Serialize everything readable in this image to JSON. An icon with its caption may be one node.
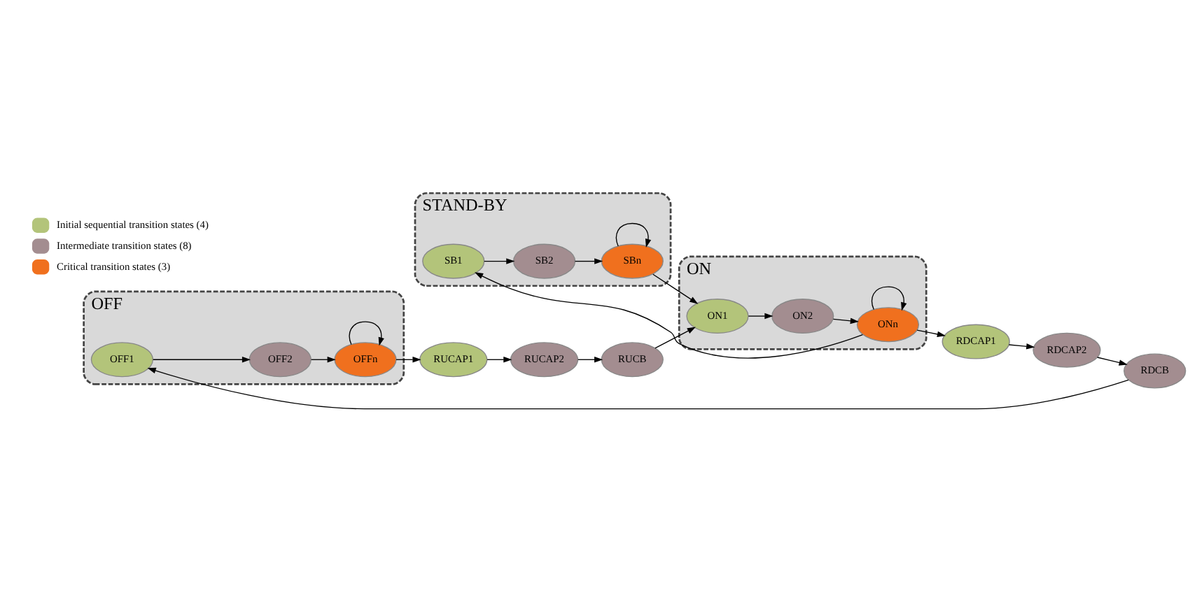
{
  "diagram": {
    "nodes": [
      {
        "text": [
          "STAND-BY"
        ]
      },
      {
        "text": [
          "SB1"
        ],
        "in": 0
      },
      {
        "text": [
          "SB2"
        ],
        "in": 0
      },
      {
        "text": [
          "SBn"
        ],
        "in": 0
      },
      {
        "text": [
          "RDCAP1"
        ]
      },
      {
        "text": [
          "ON"
        ]
      },
      {
        "text": [
          "ON1"
        ],
        "in": 5
      },
      {
        "text": [
          "ON2"
        ],
        "in": 5
      },
      {
        "text": [
          "ONn"
        ],
        "in": 5
      },
      {
        "text": [
          "RDCAP2"
        ]
      },
      {
        "text": [
          "RDCB"
        ]
      },
      {
        "text": [
          "OFF"
        ]
      },
      {
        "text": [
          "OFF1"
        ],
        "in": 11
      },
      {
        "text": [
          "OFF2"
        ],
        "in": 11
      },
      {
        "text": [
          "OFFn"
        ],
        "in": 11
      },
      {
        "text": [
          "RUCB"
        ]
      },
      {
        "text": [
          "RUCAP2"
        ]
      },
      {
        "text": [
          "RUCAP1"
        ]
      }
    ],
    "edges": [
      {
        "from": 1,
        "to": 2,
        "arrow": "to"
      },
      {
        "from": 2,
        "to": 3,
        "arrow": "to"
      },
      {
        "from": 3,
        "to": 3,
        "arrow": "to"
      },
      {
        "from": 3,
        "to": 6,
        "arrow": "to"
      },
      {
        "from": 6,
        "to": 7,
        "arrow": "to"
      },
      {
        "from": 7,
        "to": 8,
        "arrow": "to"
      },
      {
        "from": 8,
        "to": 8,
        "arrow": "to"
      },
      {
        "from": 8,
        "to": 1,
        "arrow": "to"
      },
      {
        "from": 8,
        "to": 4,
        "arrow": "to"
      },
      {
        "from": 4,
        "to": 9,
        "arrow": "to"
      },
      {
        "from": 9,
        "to": 10,
        "arrow": "to"
      },
      {
        "from": 10,
        "to": 12,
        "arrow": "to"
      },
      {
        "from": 12,
        "to": 13,
        "arrow": "to"
      },
      {
        "from": 13,
        "to": 14,
        "arrow": "to"
      },
      {
        "from": 14,
        "to": 14,
        "arrow": "to"
      },
      {
        "from": 14,
        "to": 17,
        "arrow": "to"
      },
      {
        "from": 17,
        "to": 16,
        "arrow": "to"
      },
      {
        "from": 16,
        "to": 15,
        "arrow": "to"
      },
      {
        "from": 15,
        "to": 6,
        "arrow": "to"
      }
    ],
    "legend": [
      {
        "text": "Initial sequential transition states (4)",
        "color": "#b3c47a"
      },
      {
        "text": "Intermediate transition states (8)",
        "color": "#a38d90"
      },
      {
        "text": "Critical transition states (3)",
        "color": "#f0701e"
      }
    ]
  }
}
